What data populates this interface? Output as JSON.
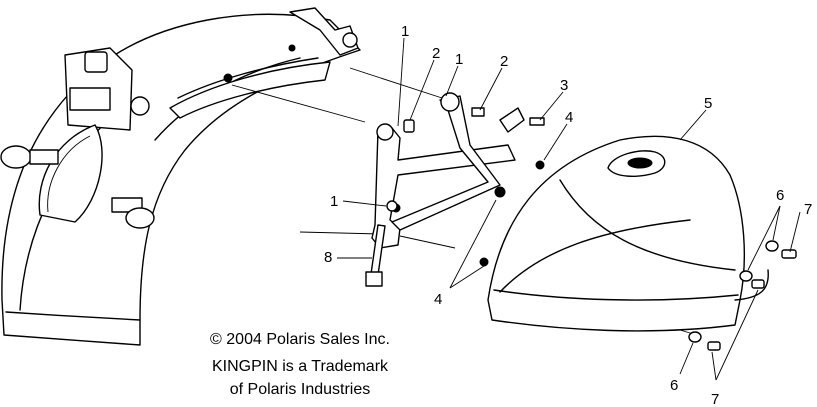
{
  "callouts": {
    "c1a": "1",
    "c1b": "1",
    "c1c": "1",
    "c2a": "2",
    "c2b": "2",
    "c3": "3",
    "c4a": "4",
    "c4b": "4",
    "c5": "5",
    "c6a": "6",
    "c6b": "6",
    "c7a": "7",
    "c7b": "7",
    "c8": "8"
  },
  "copyright": {
    "line1": "© 2004 Polaris Sales Inc.",
    "line2": "KINGPIN is a Trademark",
    "line3": "of Polaris Industries"
  }
}
